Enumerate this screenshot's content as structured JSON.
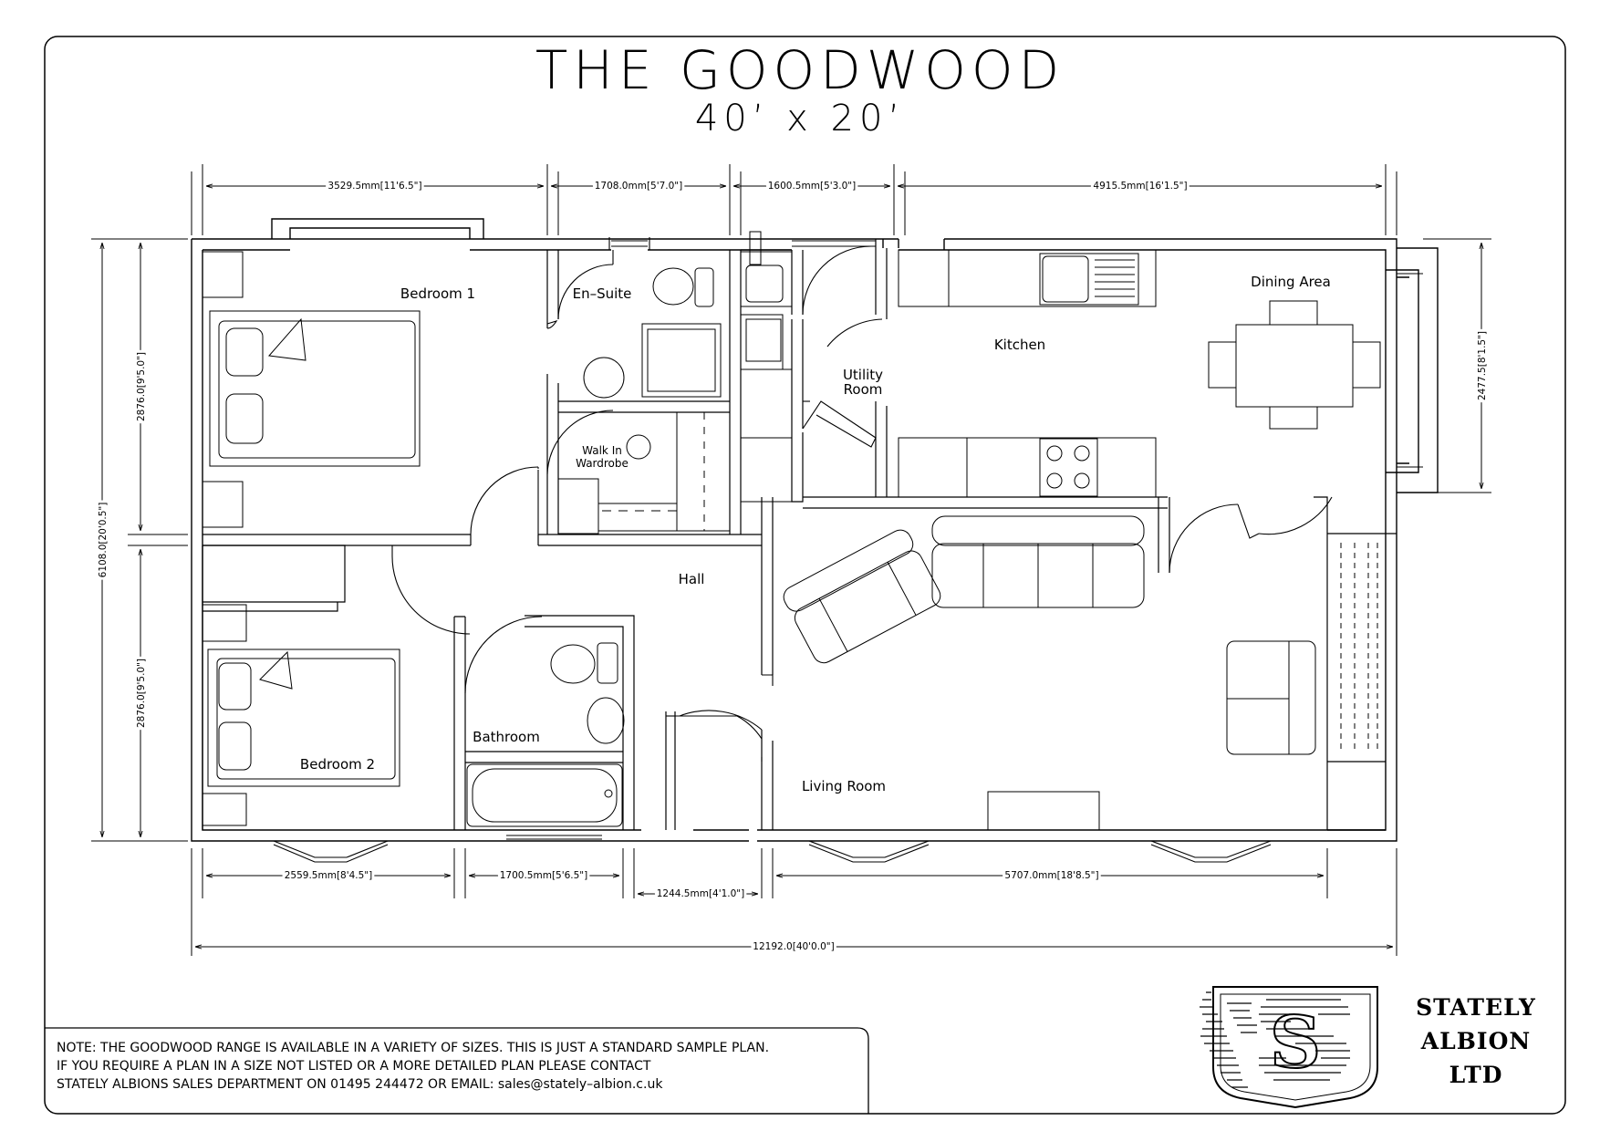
{
  "title": "THE GOODWOOD",
  "subtitle": "40’ x 20’",
  "rooms": {
    "bedroom1": "Bedroom 1",
    "ensuite": "En–Suite",
    "walkin_1": "Walk In",
    "walkin_2": "Wardrobe",
    "utility_1": "Utility",
    "utility_2": "Room",
    "kitchen": "Kitchen",
    "dining": "Dining Area",
    "hall": "Hall",
    "bathroom": "Bathroom",
    "bedroom2": "Bedroom 2",
    "living": "Living Room"
  },
  "dimensions": {
    "top": [
      "3529.5mm[11'6.5\"]",
      "1708.0mm[5'7.0\"]",
      "1600.5mm[5'3.0\"]",
      "4915.5mm[16'1.5\"]"
    ],
    "bottom": [
      "2559.5mm[8'4.5\"]",
      "1700.5mm[5'6.5\"]",
      "1244.5mm[4'1.0\"]",
      "5707.0mm[18'8.5\"]"
    ],
    "overall_length": "12192.0[40'0.0\"]",
    "overall_width": "6108.0[20'0.5\"]",
    "left_upper": "2876.0[9'5.0\"]",
    "left_lower": "2876.0[9'5.0\"]",
    "right": "2477.5[8'1.5\"]"
  },
  "note": {
    "line1": "NOTE: THE GOODWOOD RANGE IS AVAILABLE IN A VARIETY OF SIZES. THIS IS JUST A STANDARD SAMPLE PLAN.",
    "line2": "IF YOU REQUIRE A PLAN IN A SIZE NOT LISTED OR A MORE DETAILED PLAN PLEASE CONTACT",
    "line3": "STATELY ALBIONS SALES DEPARTMENT ON 01495 244472 OR EMAIL: sales@stately–albion.c.uk"
  },
  "company": {
    "line1": "STATELY",
    "line2": "ALBION",
    "line3": "LTD"
  },
  "logo_icon": "stately-albion-crest",
  "colors": {
    "ink": "#000000",
    "paper": "#ffffff"
  }
}
